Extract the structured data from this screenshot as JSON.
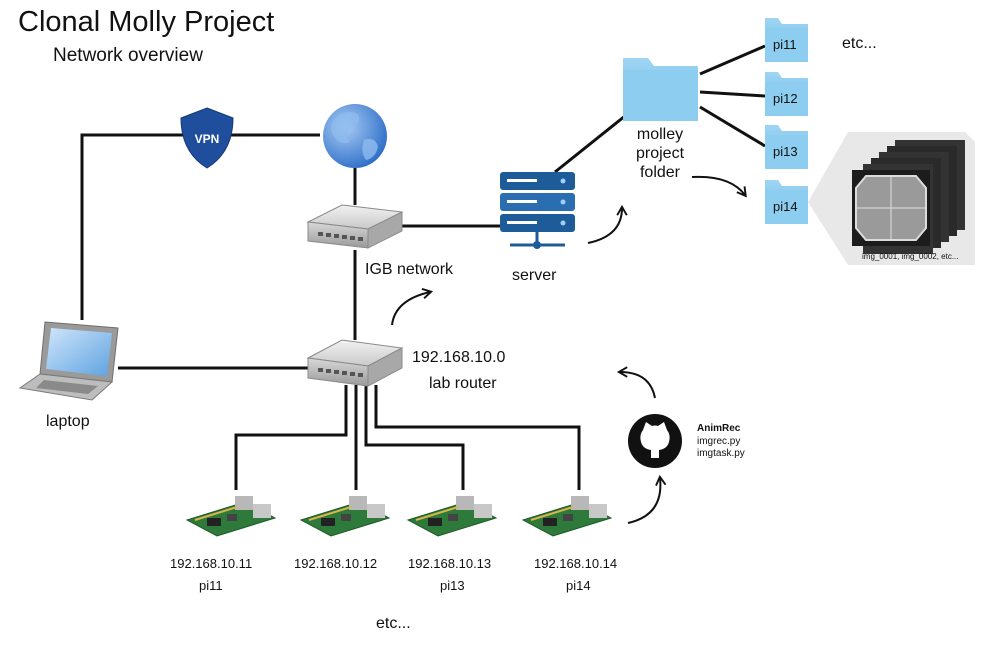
{
  "title": "Clonal Molly Project",
  "subtitle": "Network overview",
  "vpn_text": "VPN",
  "labels": {
    "igb_network": "IGB network",
    "server": "server",
    "lab_router_ip": "192.168.10.0",
    "lab_router": "lab router",
    "laptop": "laptop",
    "folder_line1": "molley",
    "folder_line2": "project",
    "folder_line3": "folder",
    "etc_top": "etc...",
    "etc_bottom": "etc...",
    "images_caption": "img_0001, img_0002, etc..."
  },
  "folders": [
    "pi11",
    "pi12",
    "pi13",
    "pi14"
  ],
  "pis": [
    {
      "ip": "192.168.10.11",
      "name": "pi11"
    },
    {
      "ip": "192.168.10.12",
      "name": ""
    },
    {
      "ip": "192.168.10.13",
      "name": "pi13"
    },
    {
      "ip": "192.168.10.14",
      "name": "pi14"
    }
  ],
  "github": {
    "repo": "AnimRec",
    "files": [
      "imgrec.py",
      "imgtask.py"
    ]
  },
  "colors": {
    "line": "#111111",
    "folder": "#7fc4ec",
    "folder_dark": "#5eaee0",
    "vpn_shield": "#1f4e9c",
    "globe": "#4a86d6",
    "server": "#1e5b99",
    "pcb": "#2e7a3a"
  }
}
